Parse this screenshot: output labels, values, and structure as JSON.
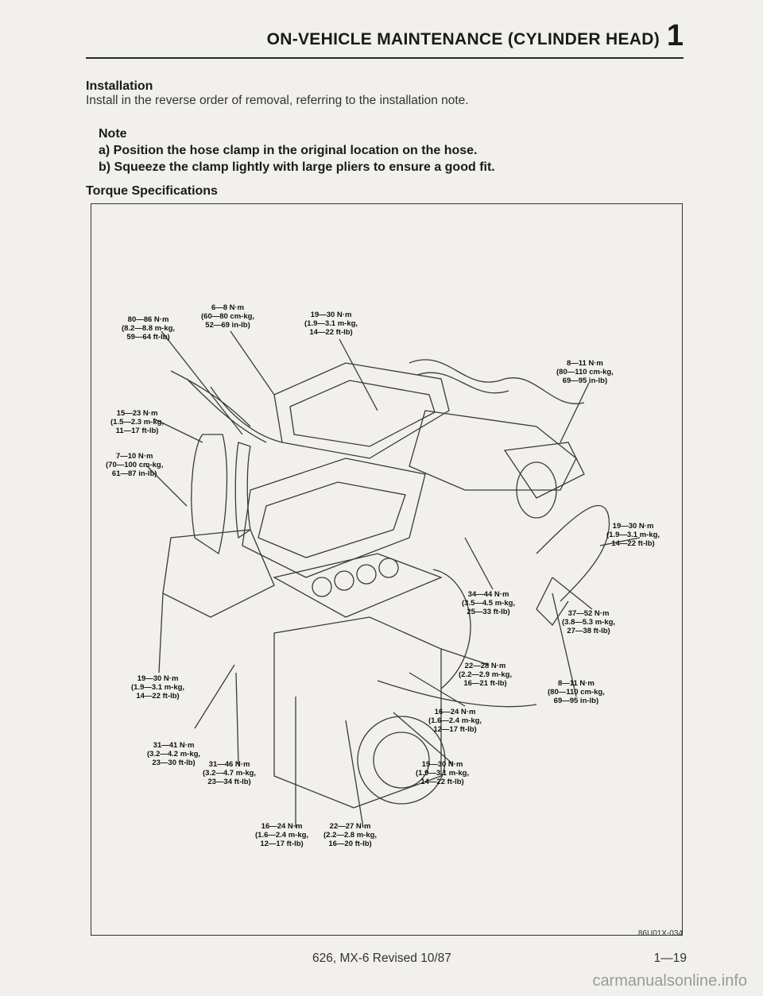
{
  "header": {
    "title": "ON-VEHICLE MAINTENANCE (CYLINDER HEAD)",
    "chapter": "1"
  },
  "installation": {
    "heading": "Installation",
    "text": "Install in the reverse order of removal, referring to the installation note."
  },
  "note": {
    "heading": "Note",
    "items": [
      "a) Position the hose clamp in the original location on the hose.",
      "b) Squeeze the clamp lightly with large pliers to ensure a good fit."
    ]
  },
  "torque": {
    "heading": "Torque Specifications",
    "callouts": [
      [
        "80—86 N·m",
        "(8.2—8.8 m-kg,",
        "59—64 ft-lb)"
      ],
      [
        "6—8 N·m",
        "(60—80 cm-kg,",
        "52—69 in-lb)"
      ],
      [
        "19—30 N·m",
        "(1.9—3.1 m-kg,",
        "14—22 ft-lb)"
      ],
      [
        "8—11 N·m",
        "(80—110 cm-kg,",
        "69—95 in-lb)"
      ],
      [
        "15—23 N·m",
        "(1.5—2.3 m-kg,",
        "11—17 ft-lb)"
      ],
      [
        "7—10 N·m",
        "(70—100 cm-kg,",
        "61—87 in-lb)"
      ],
      [
        "19—30 N·m",
        "(1.9—3.1 m-kg,",
        "14—22 ft-lb)"
      ],
      [
        "34—44 N·m",
        "(3.5—4.5 m-kg,",
        "25—33 ft-lb)"
      ],
      [
        "37—52 N·m",
        "(3.8—5.3 m-kg,",
        "27—38 ft-lb)"
      ],
      [
        "22—28 N·m",
        "(2.2—2.9 m-kg,",
        "16—21 ft-lb)"
      ],
      [
        "19—30 N·m",
        "(1.9—3.1 m-kg,",
        "14—22 ft-lb)"
      ],
      [
        "8—11 N·m",
        "(80—110 cm-kg,",
        "69—95 in-lb)"
      ],
      [
        "16—24 N·m",
        "(1.6—2.4 m-kg,",
        "12—17 ft-lb)"
      ],
      [
        "31—41 N·m",
        "(3.2—4.2 m-kg,",
        "23—30 ft-lb)"
      ],
      [
        "31—46 N·m",
        "(3.2—4.7 m-kg,",
        "23—34 ft-lb)"
      ],
      [
        "19—30 N·m",
        "(1.9—3.1 m-kg,",
        "14—22 ft-lb)"
      ],
      [
        "16—24 N·m",
        "(1.6—2.4 m-kg,",
        "12—17 ft-lb)"
      ],
      [
        "22—27 N·m",
        "(2.2—2.8 m-kg,",
        "16—20 ft-lb)"
      ]
    ],
    "figure_code": "86U01X-034"
  },
  "footer": {
    "model": "626, MX-6 Revised 10/87",
    "page": "1—19",
    "watermark": "carmanualsonline.info"
  }
}
